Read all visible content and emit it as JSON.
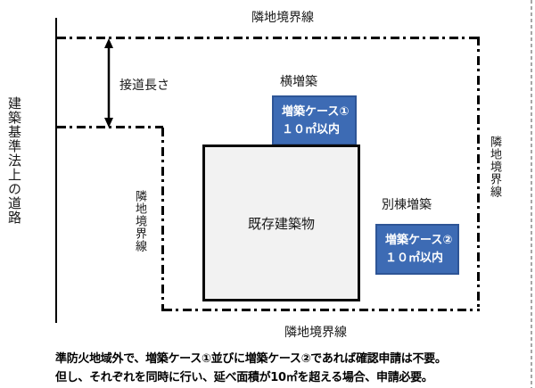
{
  "diagram": {
    "road_label": "建築基準法上の道路",
    "frontage_label": "接道長さ",
    "boundary_labels": {
      "top": "隣地境界線",
      "right": "隣地境界線",
      "inner_left": "隣地境界線",
      "bottom": "隣地境界線"
    },
    "building_label": "既存建築物",
    "side_extension_label": "横増築",
    "separate_extension_label": "別棟増築",
    "case1": {
      "title": "増築ケース①",
      "limit": "１０㎡以内"
    },
    "case2": {
      "title": "増築ケース②",
      "limit": "１０㎡以内"
    }
  },
  "note": {
    "line1": "準防火地域外で、増築ケース①並びに増築ケース②であれば確認申請は不要。",
    "line2": "但し、それぞれを同時に行い、延べ面積が10㎡を超える場合、申請必要。"
  },
  "colors": {
    "case_box_fill": "#3D6BB4",
    "case_box_border": "#2E5596",
    "case_box_text": "#FFFFFF",
    "building_fill": "#F2F2F2",
    "line_color": "#000000"
  }
}
